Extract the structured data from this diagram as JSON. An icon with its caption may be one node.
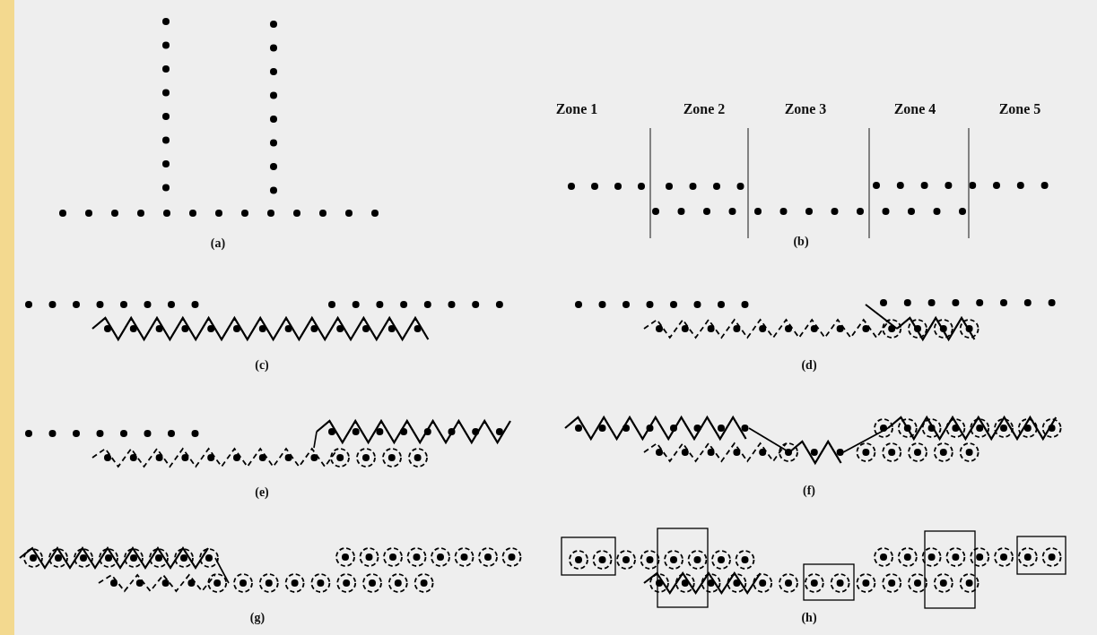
{
  "diagram": {
    "labels": [
      "Zone 1",
      "Zone 2",
      "Zone 3",
      "Zone 4",
      "Zone 5",
      "(a)",
      "(b)",
      "(c)",
      "(d)",
      "(e)",
      "(f)",
      "(g)",
      "(h)"
    ]
  }
}
